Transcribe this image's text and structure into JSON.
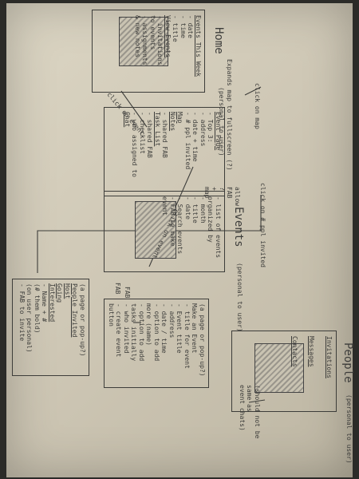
{
  "home": {
    "title": "Home",
    "note": "(personal to user)",
    "lines": [
      "Events This Week",
      "- date",
      "- time",
      "- title",
      "View Events",
      "- invitations",
      "to events",
      "- assignments",
      "& new notes"
    ]
  },
  "events": {
    "title": "Events",
    "note": "(personal to user)",
    "lines": [
      "- list of events",
      "organized by",
      "- month",
      "- title",
      "- date",
      "- Search events",
      "- FAB to make",
      "event"
    ]
  },
  "people": {
    "title": "People",
    "note": "(personal to user)",
    "lines": [
      "Invitations",
      "Messages",
      "Contacts"
    ],
    "side_note": [
      "(should not be",
      "same as",
      "event chats)"
    ]
  },
  "event_page": {
    "lines": [
      "Event Page",
      "- Top 3:",
      "- address",
      "- date + time",
      "- # ppl invited",
      "Map",
      "Notes",
      "- shared FAB",
      "Task List",
      "- shared FAB",
      "- checklist",
      "- who assigned to",
      "Chat"
    ],
    "fab_labels": [
      "allow",
      "FAB",
      "?",
      "+",
      "map"
    ]
  },
  "make_event": {
    "lines": [
      "(a page or pop-up?)",
      "Make an Event",
      "- title for event",
      "- Event title",
      "- address",
      "- date / time",
      "- option to add",
      "more (name)",
      "- option to add",
      "tasks initially",
      "- who invited",
      "- create event",
      "button"
    ]
  },
  "people_invited": {
    "lines": [
      "(a page or pop-up?)",
      "People Invited",
      "Host",
      "Going",
      "Interested",
      "- Name + #",
      "(# them bold)",
      "(on user personal)",
      "- FAB to invite"
    ]
  },
  "arrow_labels": {
    "click_event_home": "click on event",
    "click_event_events": "click on event",
    "click_ppl_invited": "click on # ppl invited",
    "fab": "FAB",
    "click_on_map": "click on map",
    "expands_map": "Expands map to fullscreen (?)",
    "fab_to_people": "FAB"
  }
}
